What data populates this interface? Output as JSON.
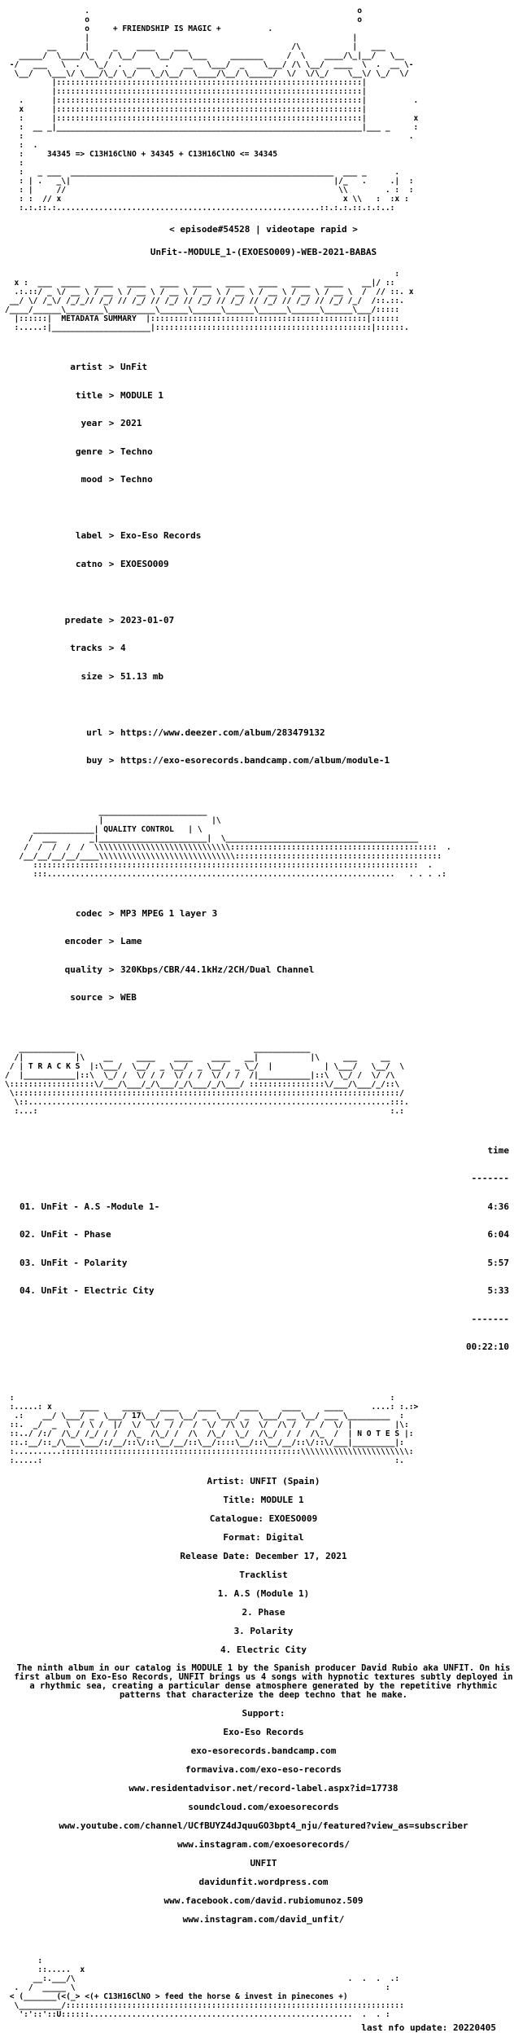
{
  "header": {
    "tagline": "+ FRIENDSHIP IS MAGIC +",
    "formula": "34345 => C13H16ClNO + 34345 + C13H16ClNO <= 34345",
    "episode": "< episode#54528 | videotape rapid >",
    "release": "UnFit--MODULE_1-(EXOESO009)-WEB-2021-BABAS"
  },
  "metadata": {
    "title": "METADATA SUMMARY",
    "fields": [
      {
        "k": "artist",
        "v": "UnFit"
      },
      {
        "k": "title",
        "v": "MODULE 1"
      },
      {
        "k": "year",
        "v": "2021"
      },
      {
        "k": "genre",
        "v": "Techno"
      },
      {
        "k": "mood",
        "v": "Techno"
      },
      {
        "k": "label",
        "v": "Exo-Eso Records"
      },
      {
        "k": "catno",
        "v": "EXOESO009"
      },
      {
        "k": "predate",
        "v": "2023-01-07"
      },
      {
        "k": "tracks",
        "v": "4"
      },
      {
        "k": "size",
        "v": "51.13 mb"
      },
      {
        "k": "url",
        "v": "https://www.deezer.com/album/283479132"
      },
      {
        "k": "buy",
        "v": "https://exo-esorecords.bandcamp.com/album/module-1"
      }
    ]
  },
  "quality": {
    "title": "QUALITY CONTROL",
    "fields": [
      {
        "k": "codec",
        "v": "MP3 MPEG 1 layer 3"
      },
      {
        "k": "encoder",
        "v": "Lame"
      },
      {
        "k": "quality",
        "v": "320Kbps/CBR/44.1kHz/2CH/Dual Channel"
      },
      {
        "k": "source",
        "v": "WEB"
      }
    ]
  },
  "tracklist": {
    "title": "T R A C K S",
    "time_header": "time",
    "rule": "-------",
    "items": [
      {
        "name": "01. UnFit - A.S -Module 1-",
        "time": "4:36"
      },
      {
        "name": "02. UnFit - Phase",
        "time": "6:04"
      },
      {
        "name": "03. UnFit - Polarity",
        "time": "5:57"
      },
      {
        "name": "04. UnFit - Electric City",
        "time": "5:33"
      }
    ],
    "total": "00:22:10"
  },
  "notes": {
    "title": "N O T E S",
    "lines": [
      "Artist: UNFIT (Spain)",
      "Title: MODULE 1",
      "Catalogue: EXOESO009",
      "Format: Digital",
      "Release Date: December 17, 2021",
      "Tracklist",
      "1. A.S (Module 1)",
      "2. Phase",
      "3. Polarity",
      "4. Electric City"
    ],
    "paragraph": "The ninth album in our catalog is MODULE 1 by the Spanish producer David Rubio aka UNFIT. On his first album on Exo-Eso Records, UNFIT brings us 4 songs with hypnotic textures subtly deployed in a rhythmic sea, creating a particular dense atmosphere generated by the repetitive rhythmic patterns that characterize the deep techno that he make.",
    "support": "Support:",
    "links": [
      "Exo-Eso Records",
      "exo-esorecords.bandcamp.com",
      "formaviva.com/exo-eso-records",
      "www.residentadvisor.net/record-label.aspx?id=17738",
      "soundcloud.com/exoesorecords",
      "www.youtube.com/channel/UCfBUYZ4dJquuGO3bpt4_nju/featured?view_as=subscriber",
      "www.instagram.com/exoesorecords/",
      "UNFIT",
      "davidunfit.wordpress.com",
      "www.facebook.com/david.rubiomunoz.509",
      "www.instagram.com/david_unfit/"
    ]
  },
  "footer": {
    "motto": "<(+ C13H16ClNO > feed the horse & invest in pinecones +)",
    "last_update": "last nfo update: 20220405"
  }
}
